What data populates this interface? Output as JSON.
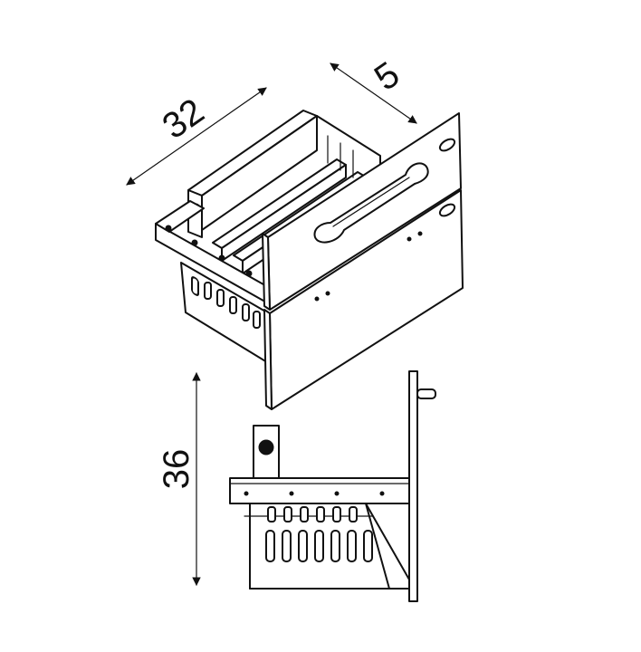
{
  "dimensions": {
    "width_label": "32",
    "depth_label": "5",
    "height_label": "36"
  },
  "colors": {
    "line": "#111111",
    "background": "#ffffff"
  }
}
